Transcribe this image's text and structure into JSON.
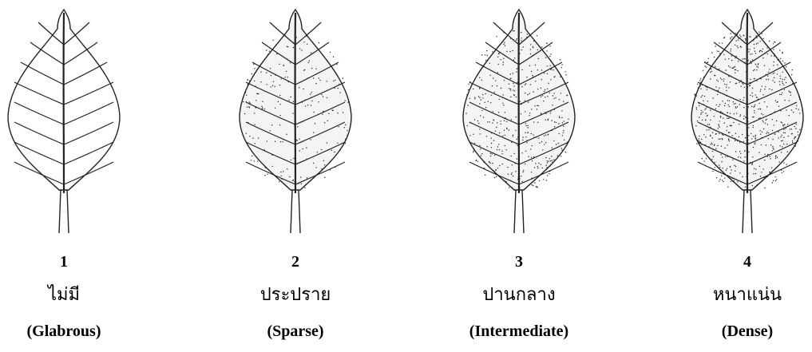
{
  "levels": [
    {
      "number": "1",
      "thai": "ไม่มี",
      "english": "(Glabrous)",
      "hair_density": 0
    },
    {
      "number": "2",
      "thai": "ประปราย",
      "english": "(Sparse)",
      "hair_density": 0.33
    },
    {
      "number": "3",
      "thai": "ปานกลาง",
      "english": "(Intermediate)",
      "hair_density": 0.66
    },
    {
      "number": "4",
      "thai": "หนาแน่น",
      "english": "(Dense)",
      "hair_density": 1
    }
  ],
  "colors": {
    "ink": "#222222",
    "background": "#ffffff"
  }
}
